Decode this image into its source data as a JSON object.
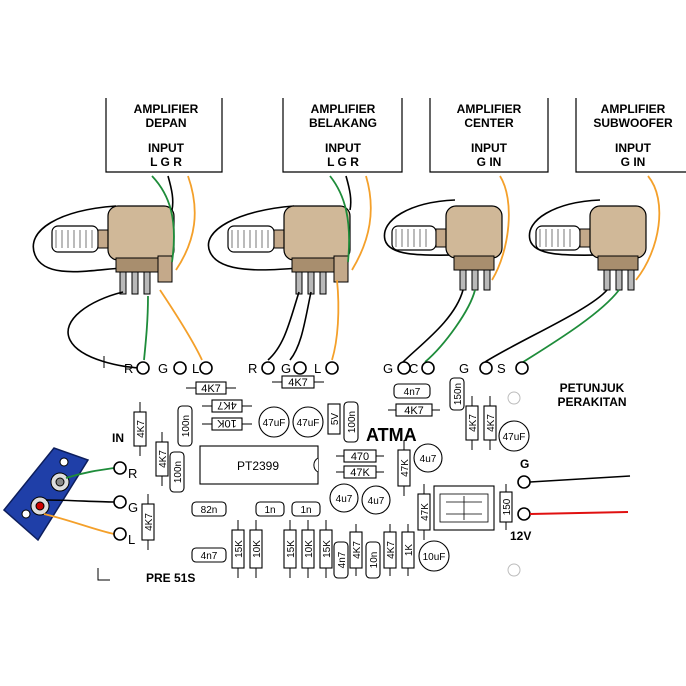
{
  "amplifiers": [
    {
      "title1": "AMPLIFIER",
      "title2": "DEPAN",
      "input": "INPUT",
      "pins": "L G R"
    },
    {
      "title1": "AMPLIFIER",
      "title2": "BELAKANG",
      "input": "INPUT",
      "pins": "L G R"
    },
    {
      "title1": "AMPLIFIER",
      "title2": "CENTER",
      "input": "INPUT",
      "pins": "G IN"
    },
    {
      "title1": "AMPLIFIER",
      "title2": "SUBWOOFER",
      "input": "INPUT",
      "pins": "G IN"
    }
  ],
  "pads": {
    "group1": [
      "R",
      "G",
      "L"
    ],
    "group2": [
      "R",
      "G",
      "L"
    ],
    "group3": [
      "G",
      "C"
    ],
    "group4": [
      "G",
      "S"
    ],
    "input": [
      "R",
      "G",
      "L"
    ],
    "in_label": "IN",
    "power": [
      "G",
      "12V"
    ]
  },
  "components": {
    "r_4k7_a": "4K7",
    "r_4k7_b": "4K7",
    "r_4k7_c": "4K7",
    "r_4k7_d": "4K7",
    "r_4k7_e": "4K7",
    "r_4k7_f": "4K7",
    "r_4k7_g": "4K7",
    "r_4k7_h": "4K7",
    "r_10k_a": "10K",
    "r_10k_b": "10K",
    "r_10k_c": "10K",
    "r_15k_a": "15K",
    "r_15k_b": "15K",
    "r_470": "470",
    "r_47k_a": "47K",
    "r_47k_b": "47K",
    "r_47k_c": "47K",
    "r_150": "150",
    "r_1k": "1K",
    "c_4n7_a": "4n7",
    "c_4n7_b": "4n7",
    "c_4n7_c": "4n7",
    "c_100n_a": "100n",
    "c_100n_b": "100n",
    "c_100n_c": "100n",
    "c_150n": "150n",
    "c_82n": "82n",
    "c_1n_a": "1n",
    "c_1n_b": "1n",
    "c_10n": "10n",
    "e_47uf_a": "47uF",
    "e_47uf_b": "47uF",
    "e_47uf_c": "47uF",
    "e_4u7_a": "4u7",
    "e_4u7_b": "4u7",
    "e_4u7_c": "4u7",
    "e_10uf": "10uF",
    "zener": "5V",
    "ic": "PT2399"
  },
  "brand": "ATMA",
  "instructions": [
    "PETUNJUK",
    "PERAKITAN"
  ],
  "board_name": "PRE 51S",
  "colors": {
    "orange_wire": "#f4a02a",
    "green_wire": "#1e8c3a",
    "red_wire": "#e01010",
    "jack_plate": "#1f3fa8",
    "pot_metal": "#c4a98a"
  }
}
